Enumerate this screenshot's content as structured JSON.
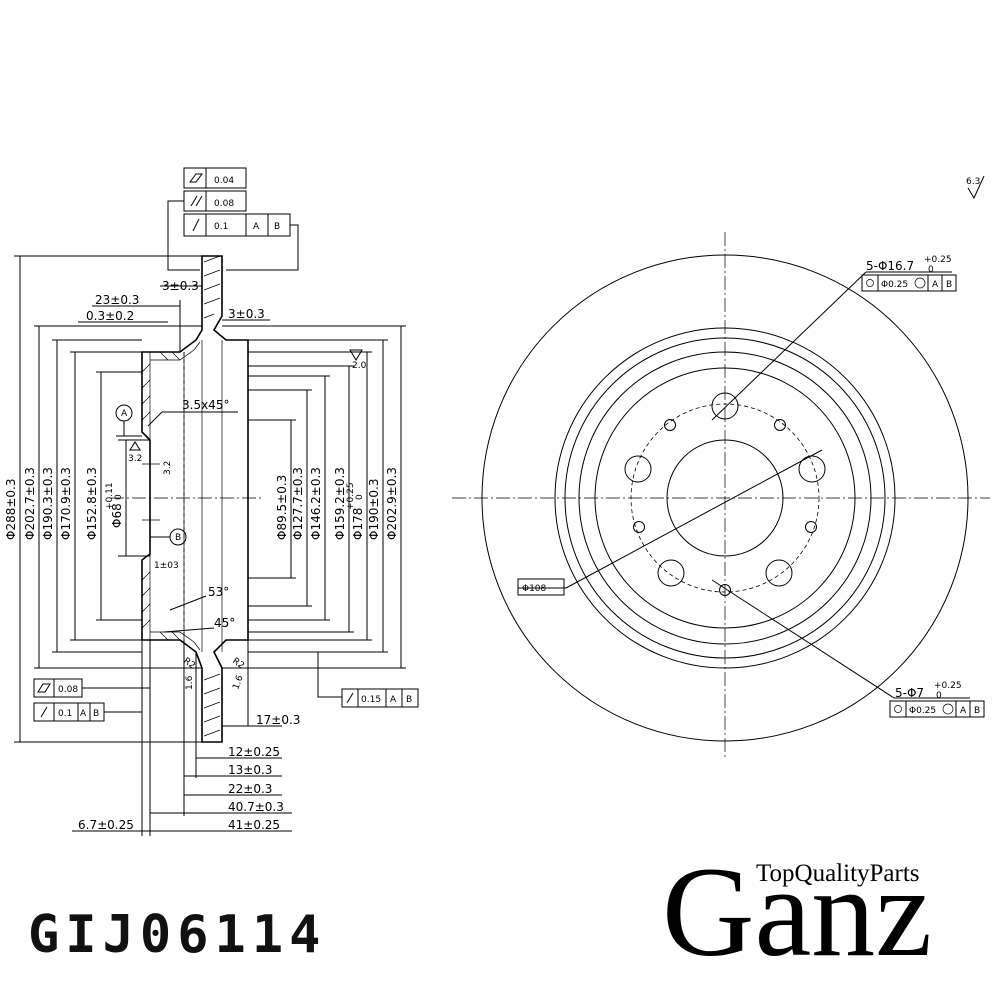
{
  "part_number": "GIJ06114",
  "brand": {
    "name": "Ganz",
    "tagline": "TopQualityParts"
  },
  "surface_finish": "6.3",
  "section_view": {
    "tolerance_stack": [
      "0.04",
      "0.08",
      "0.1"
    ],
    "datum_a": "A",
    "datum_b": "B",
    "dim_3_top": "3±0.3",
    "dim_23": "23±0.3",
    "dim_0_3": "0.3±0.2",
    "dim_3_right": "3±0.3",
    "dim_2_0": "2.0",
    "dim_chamfer": "3.5x45°",
    "dim_3_2a": "3.2",
    "dim_3_2b": "3.2",
    "dim_1_03": "1±03",
    "dim_53": "53°",
    "dim_45": "45°",
    "dim_r2a": "R2",
    "dim_r2b": "R2",
    "dim_1_6a": "1.6",
    "dim_1_6b": "1.6",
    "left_diameters": [
      "Φ288±0.3",
      "Φ202.7±0.3",
      "Φ190.3±0.3",
      "Φ170.9±0.3",
      "Φ152.8±0.3"
    ],
    "hub_bore": "Φ68",
    "hub_bore_tol": "+0.11",
    "hub_bore_tol_low": "0",
    "right_diameters": [
      "Φ89.5±0.3",
      "Φ127.7±0.3",
      "Φ146.2±0.3",
      "Φ159.2±0.3"
    ],
    "dim_178": "Φ178",
    "dim_178_tol": "+0.25",
    "dim_178_tol_low": "0",
    "dim_190": "Φ190±0.3",
    "dim_202_9": "Φ202.9±0.3",
    "flat_callout": "0.08",
    "runout_callout": "0.1",
    "runout_right": "0.15",
    "bottom_dims": [
      "17±0.3",
      "12±0.25",
      "13±0.3",
      "22±0.3",
      "40.7±0.3",
      "41±0.25"
    ],
    "dim_6_7": "6.7±0.25"
  },
  "front_view": {
    "bolt_holes": "5-Φ16.7",
    "bolt_holes_tol": "+0.25",
    "bolt_holes_tol_low": "0",
    "bolt_position": "Φ0.25",
    "small_holes": "5-Φ7",
    "small_holes_tol": "+0.25",
    "small_holes_tol_low": "0",
    "small_position": "Φ0.25",
    "pcd": "Φ108",
    "datum_a": "A",
    "datum_b": "B"
  }
}
